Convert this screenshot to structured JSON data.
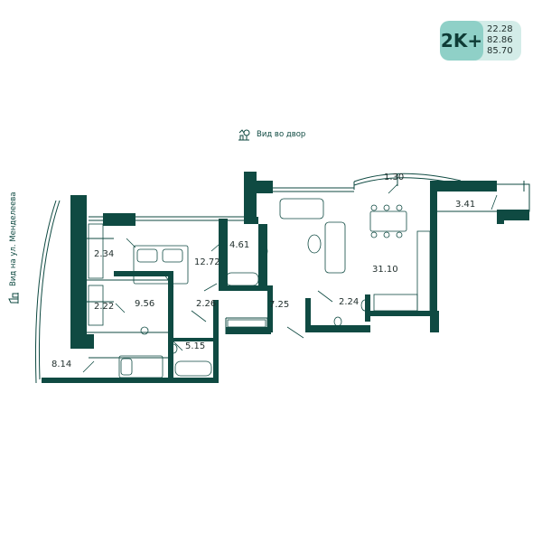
{
  "badge": {
    "type": "2K+",
    "areas": [
      "22.28",
      "82.86",
      "85.70"
    ],
    "color_dark": "#8fd0c7",
    "color_light": "#d3ece8"
  },
  "views": {
    "courtyard": "Вид во двор",
    "street": "Вид на ул. Менделеева"
  },
  "wall_color": "#0f4a42",
  "rooms": {
    "balcony_top": "1.30",
    "loggia_right": "3.41",
    "living": "31.10",
    "bath_top": "4.61",
    "bedroom": "12.72",
    "closet_a": "2.34",
    "closet_b": "2.22",
    "bedroom_small": "9.56",
    "corridor_a": "2.26",
    "hall": "7.25",
    "wc": "2.24",
    "bath_bottom": "5.15",
    "balcony_left": "8.14"
  }
}
